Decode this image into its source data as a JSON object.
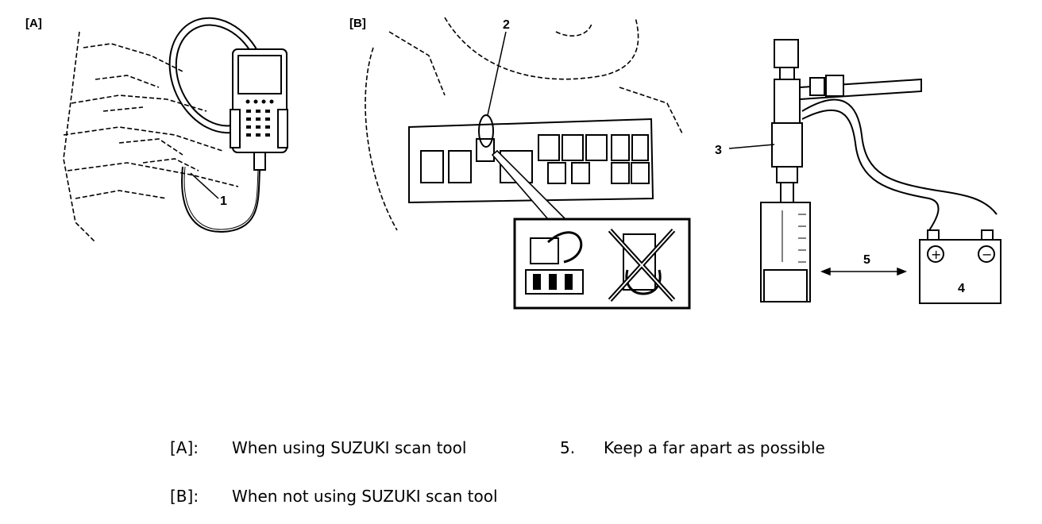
{
  "panels": {
    "a_label": "[A]",
    "b_label": "[B]"
  },
  "callouts": {
    "c1": "1",
    "c2": "2",
    "c3": "3",
    "c4": "4",
    "c5": "5"
  },
  "battery_symbols": {
    "plus": "+",
    "minus": "−"
  },
  "legend": [
    {
      "key": "[A]:",
      "text": "When using SUZUKI scan tool"
    },
    {
      "key": "[B]:",
      "text": "When not using SUZUKI scan tool"
    },
    {
      "key": "5.",
      "text": "Keep a far apart as possible"
    }
  ]
}
